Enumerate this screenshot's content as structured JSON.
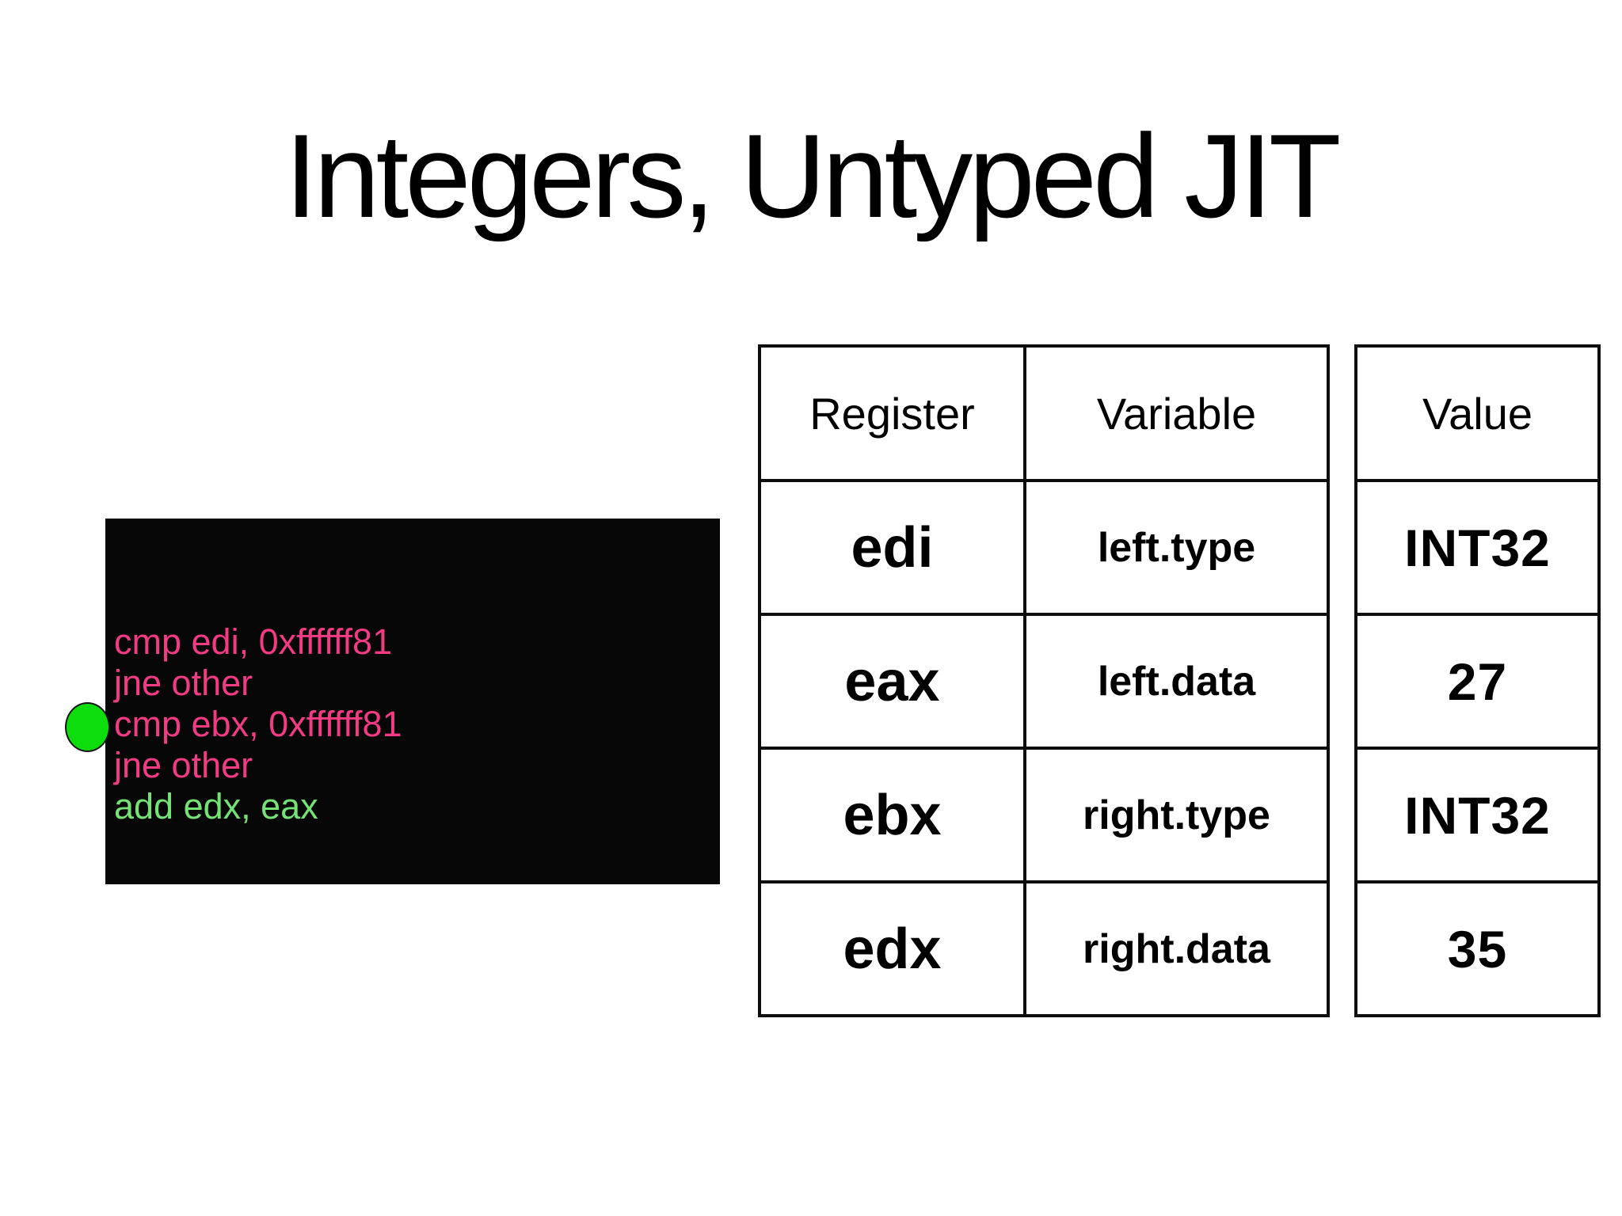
{
  "slide": {
    "title": "Integers, Untyped JIT"
  },
  "colors": {
    "pink": "#f23a85",
    "green": "#74e274",
    "marker_green": "#0ddd0d",
    "code_background": "#070707",
    "table_border": "#0d0d0d",
    "text": "#000000",
    "background": "#ffffff"
  },
  "code": {
    "lines": [
      {
        "text": "cmp edi, 0xffffff81",
        "color": "pink"
      },
      {
        "text": "jne other",
        "color": "pink"
      },
      {
        "text": "cmp ebx, 0xffffff81",
        "color": "pink"
      },
      {
        "text": "jne other",
        "color": "pink"
      },
      {
        "text": "add edx, eax",
        "color": "green"
      }
    ],
    "marker": {
      "shape": "circle",
      "color": "#0ddd0d",
      "marks_line": "cmp ebx, 0xffffff81"
    }
  },
  "tables": {
    "register_table": {
      "headers": [
        "Register",
        "Variable"
      ],
      "rows": [
        {
          "register": "edi",
          "variable": "left.type"
        },
        {
          "register": "eax",
          "variable": "left.data"
        },
        {
          "register": "ebx",
          "variable": "right.type"
        },
        {
          "register": "edx",
          "variable": "right.data"
        }
      ]
    },
    "value_table": {
      "headers": [
        "Value"
      ],
      "rows": [
        {
          "value": "INT32"
        },
        {
          "value": "27"
        },
        {
          "value": "INT32"
        },
        {
          "value": "35"
        }
      ]
    }
  }
}
